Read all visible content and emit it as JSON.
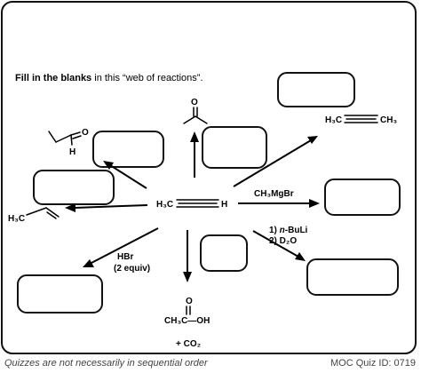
{
  "instruction": {
    "bold": "Fill in the blanks",
    "rest": " in this “web of reactions”."
  },
  "center": {
    "left": "H₃C",
    "right": "H"
  },
  "products": {
    "acetone_o": "O",
    "propyne": {
      "left": "H₃C",
      "right": "CH₃"
    },
    "propanal_o": "O",
    "propanal_h": "H",
    "propene": "H₃C",
    "acetic_acid_o": "O",
    "acetic_acid": "CH₃C—OH"
  },
  "reagents": {
    "grignard": "CH₃MgBr",
    "buli_1": "1) ",
    "buli_n": "n",
    "buli_rest": "-BuLi",
    "d2o": "2) D₂O",
    "hbr_1": "HBr",
    "hbr_2": "(2 equiv)",
    "co2": "+ CO₂"
  },
  "footer": {
    "left": "Quizzes are not necessarily in sequential order",
    "right": "MOC Quiz ID: 0719"
  }
}
